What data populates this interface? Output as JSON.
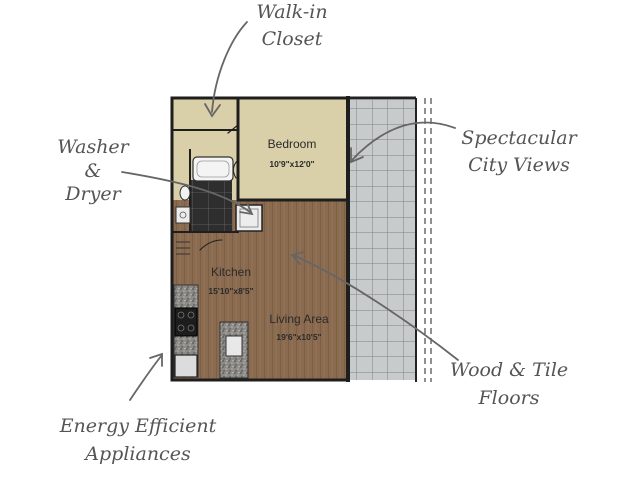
{
  "callouts": {
    "walk_in_closet": [
      "Walk-in",
      "Closet"
    ],
    "washer_dryer": [
      "Washer",
      "&",
      "Dryer"
    ],
    "city_views": [
      "Spectacular",
      "City Views"
    ],
    "wood_tile": [
      "Wood & Tile",
      "Floors"
    ],
    "appliances": [
      "Energy Efficient",
      "Appliances"
    ]
  },
  "rooms": {
    "bedroom": {
      "name": "Bedroom",
      "dims": "10'9\"x12'0\""
    },
    "kitchen": {
      "name": "Kitchen",
      "dims": "15'10\"x8'5\""
    },
    "living": {
      "name": "Living Area",
      "dims": "19'6\"x10'5\""
    }
  },
  "colors": {
    "bedroom_floor": "#d9cfa8",
    "wood_floor": "#8a6a4f",
    "tile_floor": "#2f2f2f",
    "balcony": "#c5c9c9",
    "callout_text": "#555555"
  }
}
